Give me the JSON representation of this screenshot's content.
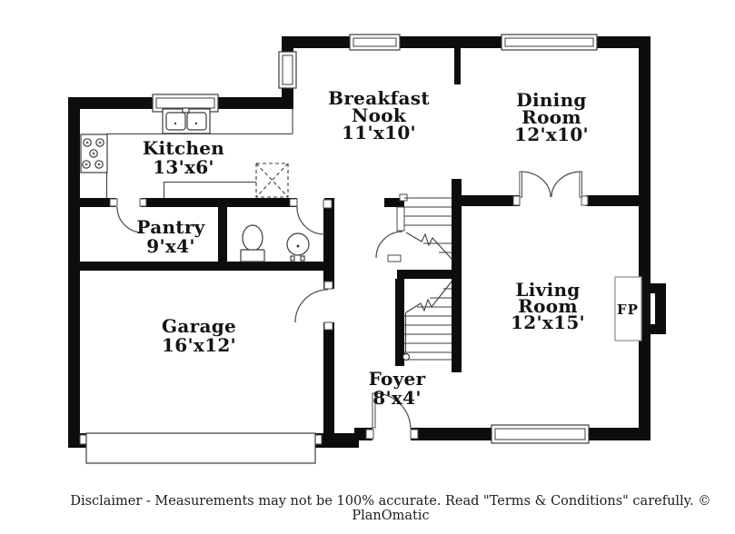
{
  "rooms": {
    "kitchen": {
      "name": "Kitchen",
      "dims": "13'x6'"
    },
    "breakfast_nook": {
      "line1": "Breakfast",
      "line2": "Nook",
      "dims": "11'x10'"
    },
    "dining_room": {
      "line1": "Dining",
      "line2": "Room",
      "dims": "12'x10'"
    },
    "pantry": {
      "name": "Pantry",
      "dims": "9'x4'"
    },
    "garage": {
      "name": "Garage",
      "dims": "16'x12'"
    },
    "living_room": {
      "line1": "Living",
      "line2": "Room",
      "dims": "12'x15'"
    },
    "foyer": {
      "name": "Foyer",
      "dims": "8'x4'"
    }
  },
  "fireplace": {
    "label": "FP"
  },
  "footer": {
    "disclaimer": "Disclaimer - Measurements may not be 100% accurate. Read \"Terms & Conditions\" carefully. © PlanOmatic"
  },
  "colors": {
    "wall": "#0d0d0d",
    "line": "#3c3c3c",
    "background": "#ffffff"
  }
}
